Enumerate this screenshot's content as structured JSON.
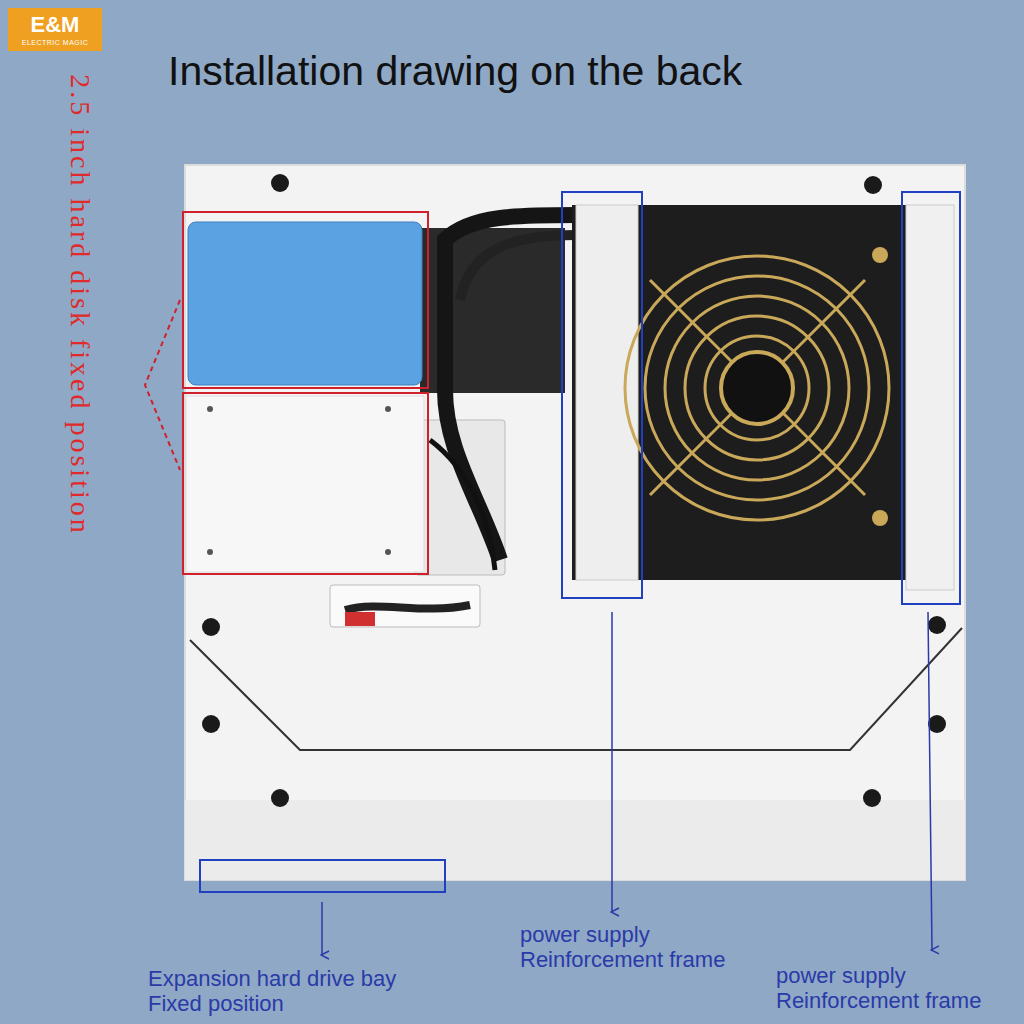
{
  "diagram": {
    "title": "Installation drawing on the back",
    "nodes": [
      {
        "text": [
          "E&M",
          "ELECTRIC MAGIC"
        ]
      }
    ],
    "labels": [
      "2.5 inch hard disk fixed position",
      "Expansion hard drive bay Fixed position",
      "power supply Reinforcement frame",
      "power supply Reinforcement frame"
    ]
  }
}
